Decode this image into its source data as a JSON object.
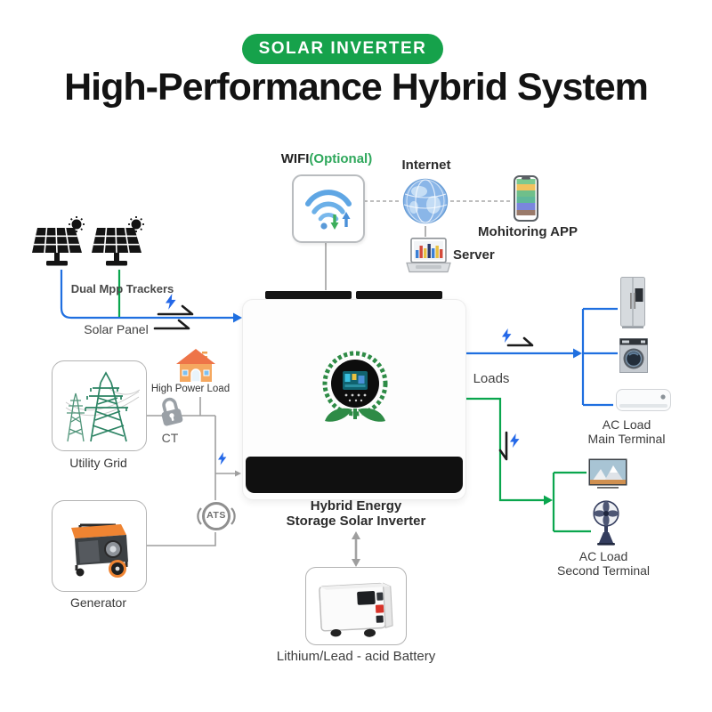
{
  "colors": {
    "accent_green": "#16a24b",
    "optional_green": "#2fa85c",
    "line_blue": "#1f6fe0",
    "line_green": "#0aa64e",
    "line_gray": "#9e9e9e",
    "bolt_blue": "#2468e8"
  },
  "header": {
    "badge": "SOLAR INVERTER",
    "title": "High-Performance Hybrid System"
  },
  "network": {
    "wifi_name": "WIFI",
    "wifi_optional": "(Optional)",
    "internet": "Internet",
    "monitoring_app": "Mohitoring APP",
    "server": "Server"
  },
  "solar": {
    "trackers": "Dual Mpp Trackers",
    "panel": "Solar Panel"
  },
  "left": {
    "utility_grid": "Utility Grid",
    "ct": "CT",
    "high_power_load": "High Power Load",
    "ats": "ATS",
    "generator": "Generator"
  },
  "inverter": {
    "name_line1": "Hybrid Energy",
    "name_line2": "Storage Solar Inverter"
  },
  "right": {
    "loads": "Loads",
    "main_line1": "AC Load",
    "main_line2": "Main Terminal",
    "second_line1": "AC Load",
    "second_line2": "Second Terminal"
  },
  "battery": {
    "label": "Lithium/Lead - acid Battery"
  }
}
